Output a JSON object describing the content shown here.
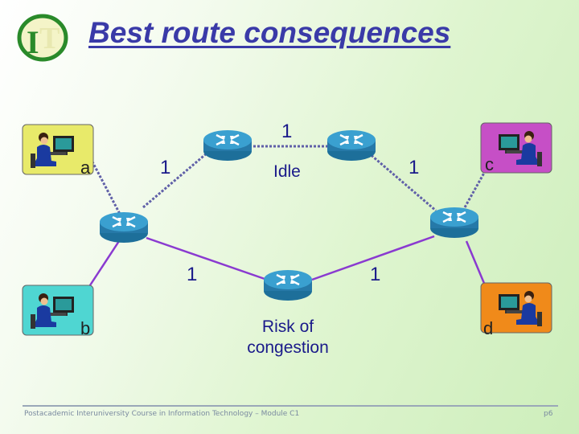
{
  "title": "Best route consequences",
  "logo": {
    "letters": "IT"
  },
  "hosts": {
    "a": "a",
    "b": "b",
    "c": "c",
    "d": "d"
  },
  "costs": {
    "top": "1",
    "upper_left": "1",
    "upper_right": "1",
    "lower_left": "1",
    "lower_right": "1"
  },
  "labels": {
    "idle": "Idle",
    "congestion_line1": "Risk of",
    "congestion_line2": "congestion"
  },
  "footer": "Postacademic Interuniversity Course in Information Technology – Module C1",
  "page": "p6",
  "colors": {
    "title": "#3a3aa8",
    "host_a_bg": "#e8ea6a",
    "host_b_bg": "#4fd6d2",
    "host_c_bg": "#c64fc6",
    "host_d_bg": "#f08a1a",
    "link_solid": "#8a3ad0",
    "link_dotted": "#6060a8",
    "router": "#2f8fc0"
  }
}
